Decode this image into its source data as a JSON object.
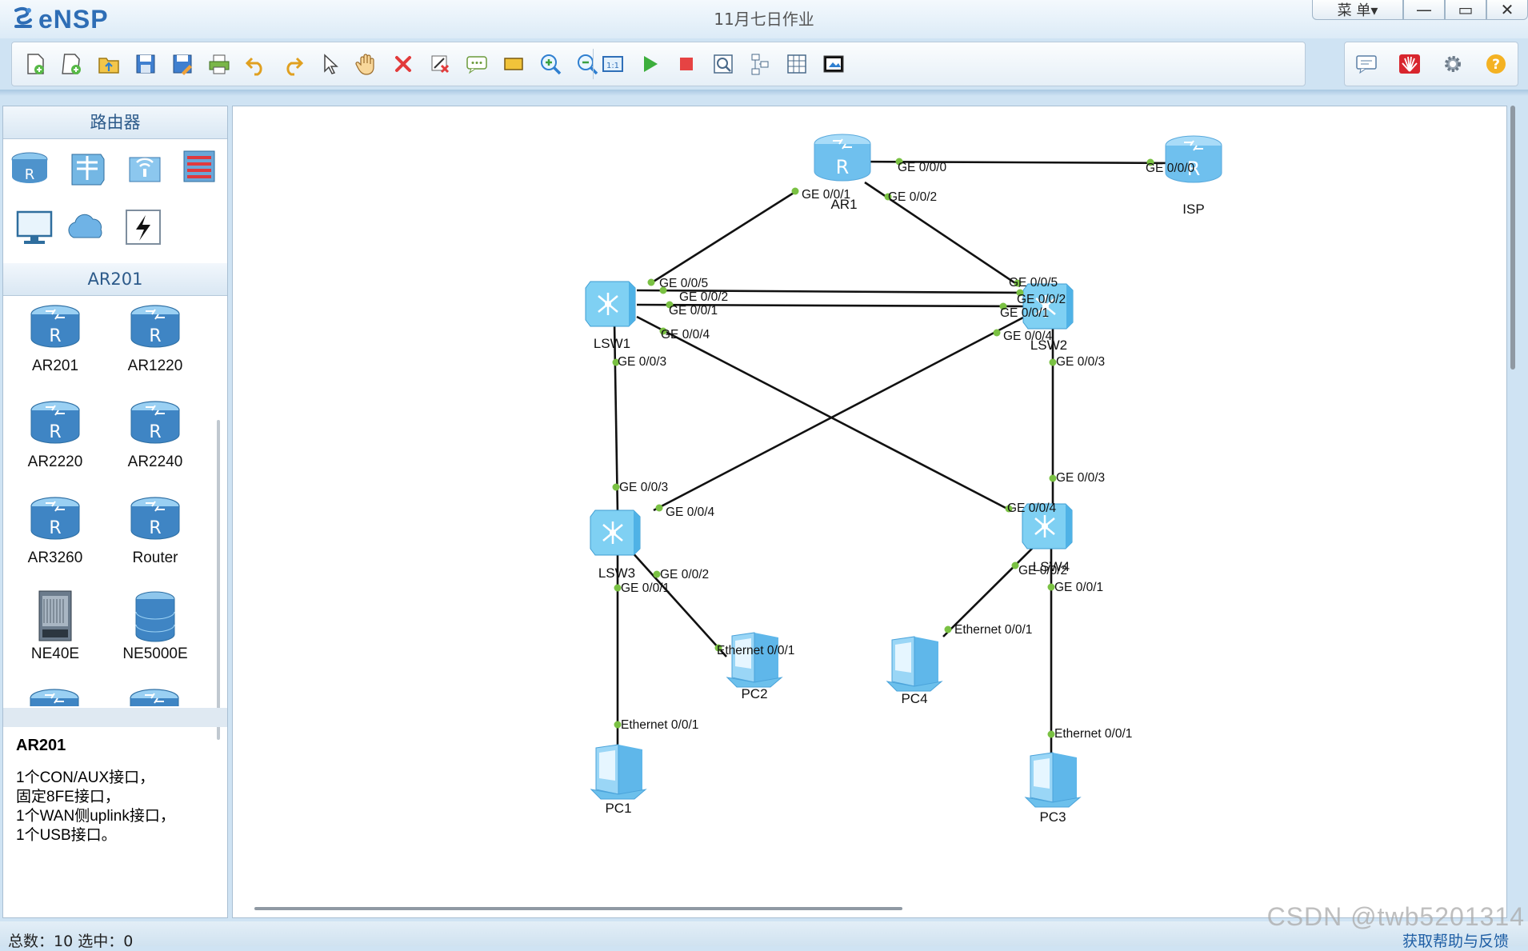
{
  "app": {
    "name": "eNSP",
    "title": "11月七日作业"
  },
  "window_controls": {
    "menu": "菜 单▾",
    "minimize": "—",
    "maximize": "▭",
    "close": "✕"
  },
  "toolbar": {
    "tools": [
      "new-topology-icon",
      "new-sample-icon",
      "open-icon",
      "save-icon",
      "save-as-icon",
      "print-icon",
      "undo-icon",
      "redo-icon",
      "select-icon",
      "pan-hand-icon",
      "delete-icon",
      "delete-link-icon",
      "text-note-icon",
      "rectangle-icon",
      "zoom-in-icon",
      "zoom-out-icon",
      "fit-window-icon",
      "start-device-icon",
      "stop-device-icon",
      "capture-icon",
      "topology-icon",
      "grid-icon",
      "screenshot-icon"
    ],
    "right_tools": [
      "message-icon",
      "huawei-icon",
      "settings-icon",
      "help-icon"
    ]
  },
  "sidebar": {
    "category_title": "路由器",
    "category_icons": [
      "router-category-icon",
      "switch-category-icon",
      "wireless-category-icon",
      "firewall-category-icon",
      "pc-category-icon",
      "cloud-category-icon",
      "link-category-icon"
    ],
    "model_title": "AR201",
    "devices": [
      {
        "label": "AR201",
        "icon": "router-icon"
      },
      {
        "label": "AR1220",
        "icon": "router-icon"
      },
      {
        "label": "AR2220",
        "icon": "router-icon"
      },
      {
        "label": "AR2240",
        "icon": "router-icon"
      },
      {
        "label": "AR3260",
        "icon": "router-icon"
      },
      {
        "label": "Router",
        "icon": "router-icon"
      },
      {
        "label": "NE40E",
        "icon": "chassis-icon"
      },
      {
        "label": "NE5000E",
        "icon": "cluster-router-icon"
      }
    ],
    "description": {
      "title": "AR201",
      "lines": [
        "1个CON/AUX接口，",
        "固定8FE接口，",
        "1个WAN侧uplink接口，",
        "1个USB接口。"
      ]
    }
  },
  "topology": {
    "nodes": [
      {
        "id": "AR1",
        "type": "router",
        "label": "AR1"
      },
      {
        "id": "ISP",
        "type": "router",
        "label": "ISP"
      },
      {
        "id": "LSW1",
        "type": "switch",
        "label": "LSW1"
      },
      {
        "id": "LSW2",
        "type": "switch",
        "label": "LSW2"
      },
      {
        "id": "LSW3",
        "type": "switch",
        "label": "LSW3"
      },
      {
        "id": "LSW4",
        "type": "switch",
        "label": "LSW4"
      },
      {
        "id": "PC1",
        "type": "pc",
        "label": "PC1"
      },
      {
        "id": "PC2",
        "type": "pc",
        "label": "PC2"
      },
      {
        "id": "PC3",
        "type": "pc",
        "label": "PC3"
      },
      {
        "id": "PC4",
        "type": "pc",
        "label": "PC4"
      }
    ],
    "links": [
      {
        "a": "AR1",
        "a_port": "GE 0/0/0",
        "b": "ISP",
        "b_port": "GE 0/0/0"
      },
      {
        "a": "AR1",
        "a_port": "GE 0/0/1",
        "b": "LSW1",
        "b_port": "GE 0/0/5"
      },
      {
        "a": "AR1",
        "a_port": "GE 0/0/2",
        "b": "LSW2",
        "b_port": "GE 0/0/5"
      },
      {
        "a": "LSW1",
        "a_port": "GE 0/0/2",
        "b": "LSW2",
        "b_port": "GE 0/0/2"
      },
      {
        "a": "LSW1",
        "a_port": "GE 0/0/1",
        "b": "LSW2",
        "b_port": "GE 0/0/1"
      },
      {
        "a": "LSW1",
        "a_port": "GE 0/0/4",
        "b": "LSW4",
        "b_port": "GE 0/0/4"
      },
      {
        "a": "LSW1",
        "a_port": "GE 0/0/3",
        "b": "LSW3",
        "b_port": "GE 0/0/3"
      },
      {
        "a": "LSW2",
        "a_port": "GE 0/0/4",
        "b": "LSW3",
        "b_port": "GE 0/0/4"
      },
      {
        "a": "LSW2",
        "a_port": "GE 0/0/3",
        "b": "LSW4",
        "b_port": "GE 0/0/3"
      },
      {
        "a": "LSW3",
        "a_port": "GE 0/0/1",
        "b": "PC1",
        "b_port": "Ethernet 0/0/1"
      },
      {
        "a": "LSW3",
        "a_port": "GE 0/0/2",
        "b": "PC2",
        "b_port": "Ethernet 0/0/1"
      },
      {
        "a": "LSW4",
        "a_port": "GE 0/0/1",
        "b": "PC3",
        "b_port": "Ethernet 0/0/1"
      },
      {
        "a": "LSW4",
        "a_port": "GE 0/0/2",
        "b": "PC4",
        "b_port": "Ethernet 0/0/1"
      }
    ]
  },
  "status": {
    "text": "总数：10  选中：0",
    "help": "获取帮助与反馈"
  },
  "watermark": "CSDN @twb5201314"
}
